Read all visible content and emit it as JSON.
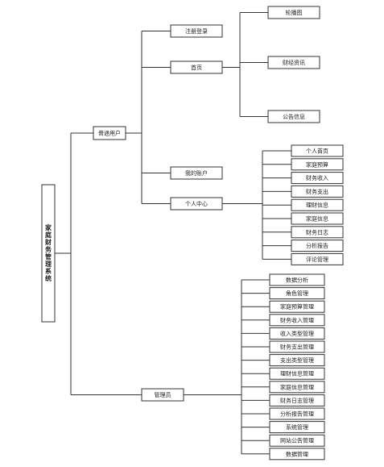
{
  "root": {
    "label": "家庭财务管理系统"
  },
  "branches": {
    "user": {
      "label": "普通用户",
      "children": {
        "register": {
          "label": "注册登录"
        },
        "home": {
          "label": "首页",
          "children": [
            "轮播图",
            "财经资讯",
            "公告信息"
          ]
        },
        "my_account": {
          "label": "我的账户"
        },
        "personal_center": {
          "label": "个人中心",
          "children": [
            "个人首页",
            "家庭预算",
            "财务收入",
            "财务支出",
            "理财信息",
            "家庭信息",
            "财务日志",
            "分析报告",
            "评论管理"
          ]
        }
      }
    },
    "admin": {
      "label": "管理员",
      "children": [
        "数据分析",
        "角色管理",
        "家庭预算管理",
        "财务收入管理",
        "收入类型管理",
        "财务支出管理",
        "支出类型管理",
        "理财信息管理",
        "家庭信息管理",
        "财务日志管理",
        "分析报告管理",
        "系统管理",
        "网站公告管理",
        "数据管理"
      ]
    }
  }
}
